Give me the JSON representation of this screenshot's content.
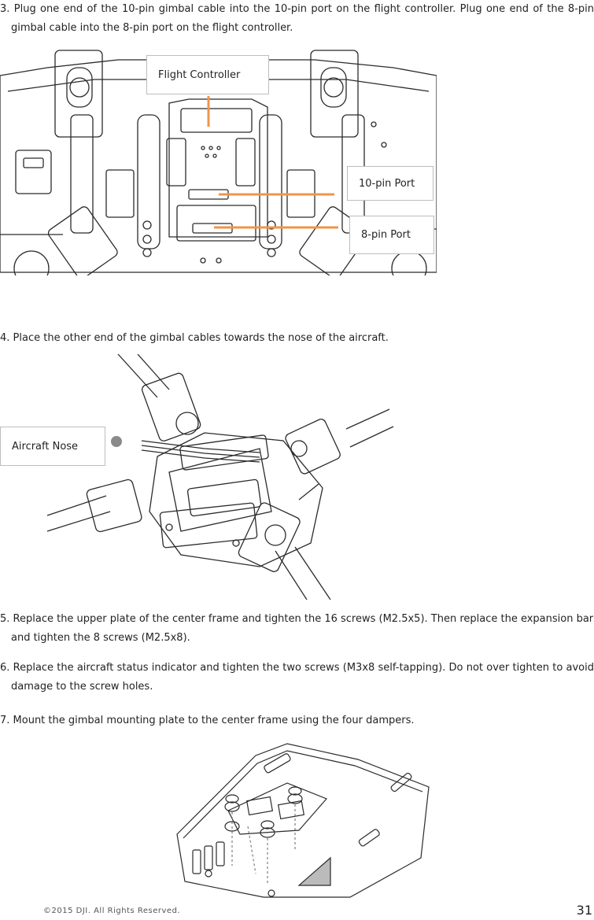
{
  "steps": {
    "s3": {
      "line1": "3. Plug one end of the 10-pin gimbal cable into the 10-pin port on the flight controller. Plug one end of the 8-pin",
      "line2": "gimbal cable into the 8-pin port on the flight controller."
    },
    "s4": {
      "line1": "4. Place the other end of the gimbal cables towards the nose of the aircraft."
    },
    "s5": {
      "line1": "5. Replace the upper plate of the center frame and tighten the 16 screws (M2.5x5). Then replace the expansion bars",
      "line2": "and tighten the 8 screws (M2.5x8)."
    },
    "s6": {
      "line1": "6. Replace the aircraft status indicator and tighten the two screws (M3x8 self-tapping). Do not over tighten to avoid",
      "line2": "damage to the screw holes."
    },
    "s7": {
      "line1": "7. Mount the gimbal mounting plate to the center frame using the four dampers."
    }
  },
  "callouts": {
    "flight_controller": "Flight Controller",
    "port10": "10-pin Port",
    "port8": "8-pin Port",
    "nose": "Aircraft Nose"
  },
  "colors": {
    "leader_line": "#f0954a",
    "line_art": "#2b2b2b"
  },
  "footer": {
    "copyright": "©2015  DJI.  All  Rights  Reserved.",
    "page_number": "31"
  }
}
